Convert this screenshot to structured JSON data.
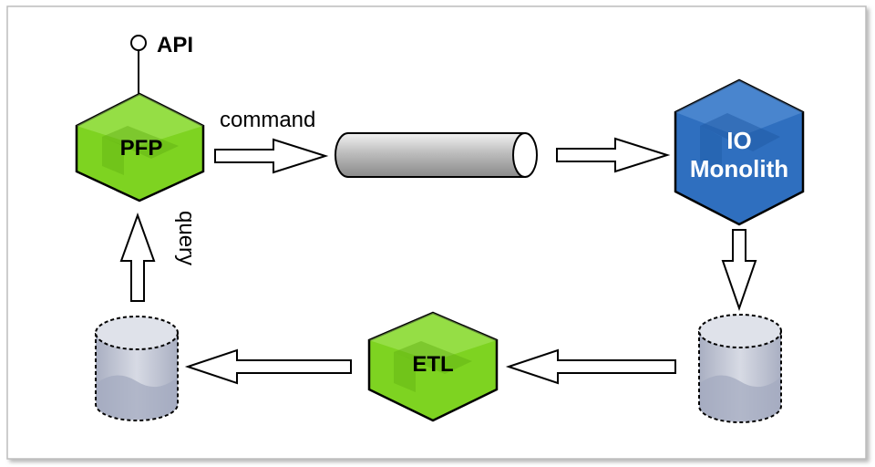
{
  "api": {
    "label": "API"
  },
  "edges": {
    "command_label": "command",
    "query_label": "query"
  },
  "nodes": {
    "pfp": {
      "label": "PFP",
      "color": "#7ed321"
    },
    "io": {
      "line1": "IO",
      "line2": "Monolith",
      "color": "#2f6fbf"
    },
    "etl": {
      "label": "ETL",
      "color": "#7ed321"
    }
  },
  "colors": {
    "pipe": "#cfcfcf",
    "db": "#c4c8d6",
    "arrow_fill": "#ffffff",
    "stroke": "#000000"
  }
}
